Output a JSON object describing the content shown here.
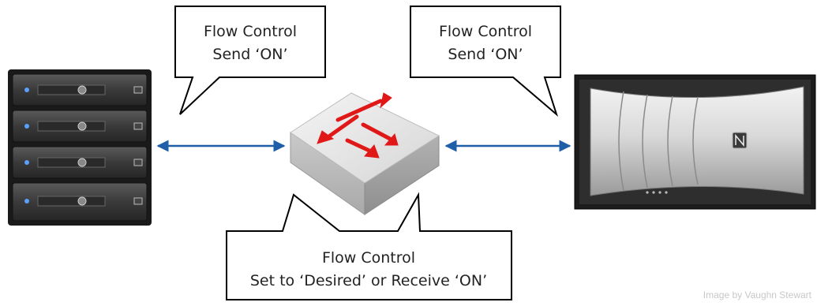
{
  "callouts": {
    "left": {
      "line1": "Flow Control",
      "line2": "Send ‘ON’"
    },
    "right": {
      "line1": "Flow Control",
      "line2": "Send ‘ON’"
    },
    "bottom": {
      "line1": "Flow Control",
      "line2": "Set to ‘Desired’ or Receive ‘ON’"
    }
  },
  "credit": "Image by Vaughn Stewart",
  "colors": {
    "link": "#1f5fa8",
    "switch_arrows": "#e01818",
    "chassis": "#1a1a1a",
    "bubble_stroke": "#000000"
  },
  "icons": [
    "server-rack-icon",
    "network-switch-icon",
    "storage-array-icon"
  ]
}
